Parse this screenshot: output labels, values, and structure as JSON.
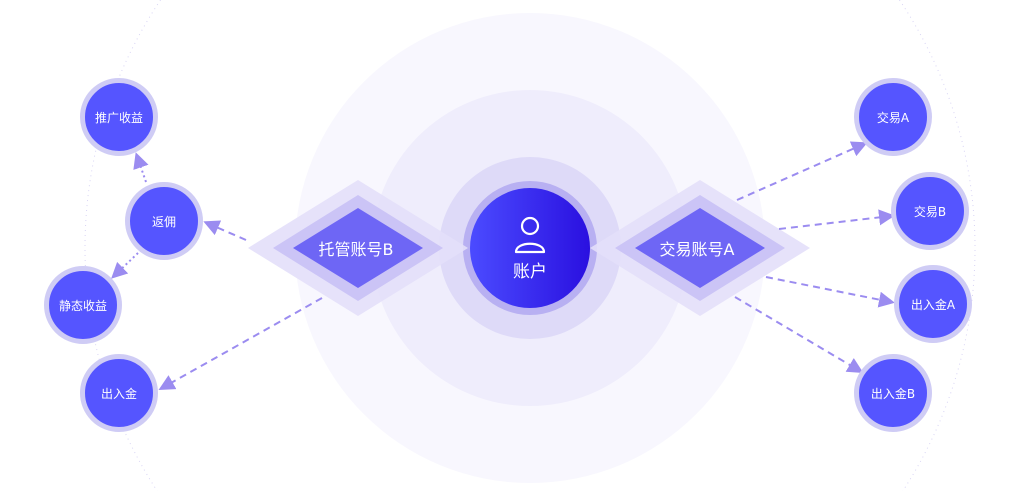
{
  "center": {
    "label": "账户",
    "icon": "user-icon"
  },
  "hubs": {
    "left": "托管账号B",
    "right": "交易账号A"
  },
  "left_nodes": [
    "推广收益",
    "返佣",
    "静态收益",
    "出入金"
  ],
  "right_nodes": [
    "交易A",
    "交易B",
    "出入金A",
    "出入金B"
  ],
  "colors": {
    "node": "#5555ff",
    "node_border": "#cfccf5",
    "arrow": "#9b8cf0",
    "center_start": "#4b4bff",
    "center_end": "#2a10e0"
  }
}
